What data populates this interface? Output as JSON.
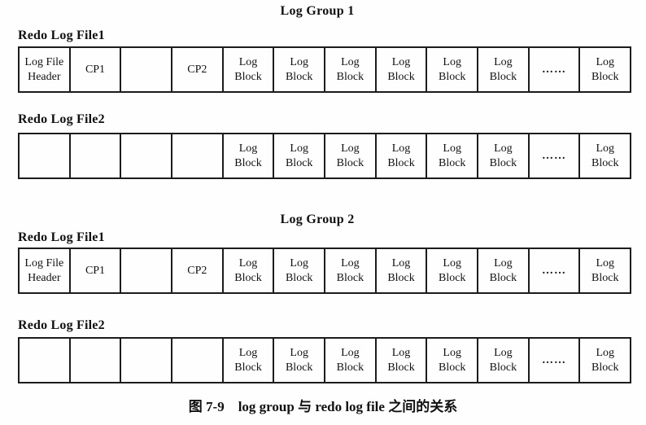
{
  "groups": [
    {
      "title": "Log Group 1",
      "files": [
        {
          "label": "Redo Log File1",
          "cells": [
            "Log File\nHeader",
            "CP1",
            "",
            "CP2",
            "Log\nBlock",
            "Log\nBlock",
            "Log\nBlock",
            "Log\nBlock",
            "Log\nBlock",
            "Log\nBlock",
            "……",
            "Log\nBlock"
          ]
        },
        {
          "label": "Redo Log File2",
          "cells": [
            "",
            "",
            "",
            "",
            "Log\nBlock",
            "Log\nBlock",
            "Log\nBlock",
            "Log\nBlock",
            "Log\nBlock",
            "Log\nBlock",
            "……",
            "Log\nBlock"
          ]
        }
      ]
    },
    {
      "title": "Log Group 2",
      "files": [
        {
          "label": "Redo Log File1",
          "cells": [
            "Log File\nHeader",
            "CP1",
            "",
            "CP2",
            "Log\nBlock",
            "Log\nBlock",
            "Log\nBlock",
            "Log\nBlock",
            "Log\nBlock",
            "Log\nBlock",
            "……",
            "Log\nBlock"
          ]
        },
        {
          "label": "Redo Log File2",
          "cells": [
            "",
            "",
            "",
            "",
            "Log\nBlock",
            "Log\nBlock",
            "Log\nBlock",
            "Log\nBlock",
            "Log\nBlock",
            "Log\nBlock",
            "……",
            "Log\nBlock"
          ]
        }
      ]
    }
  ],
  "caption": "图 7-9　log group 与 redo log file 之间的关系",
  "colors": {
    "background": "#fefefe",
    "line": "#1c1c1c",
    "text": "#111111"
  }
}
